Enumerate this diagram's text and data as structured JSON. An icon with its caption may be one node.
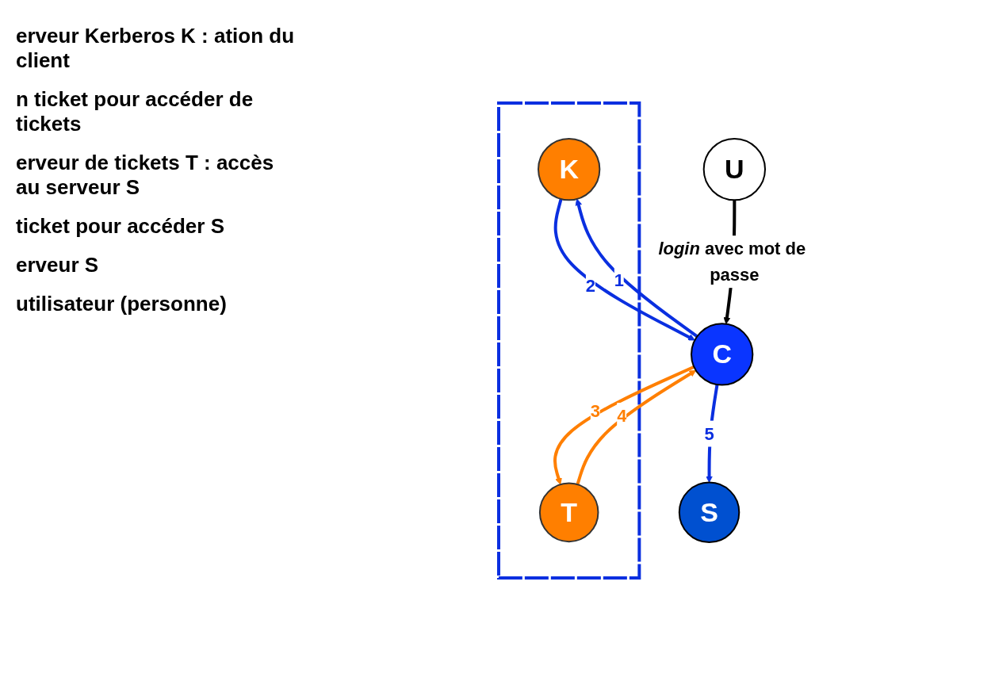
{
  "diagram": {
    "nodes": [
      {
        "text": [],
        "shape": "box"
      },
      {
        "text": [
          "K"
        ],
        "in": 0
      },
      {
        "text": [
          "T"
        ],
        "in": 0
      },
      {
        "text": [
          "C"
        ]
      },
      {
        "text": [
          "S"
        ]
      },
      {
        "text": [
          "U"
        ]
      }
    ],
    "edges": [
      {
        "from": 3,
        "to": 1,
        "arrow": "to",
        "label": "1"
      },
      {
        "from": 1,
        "to": 3,
        "arrow": "to",
        "label": "2"
      },
      {
        "from": 3,
        "to": 2,
        "arrow": "to",
        "label": "3",
        "color": "#ff7f00"
      },
      {
        "from": 2,
        "to": 3,
        "arrow": "to",
        "label": "4",
        "color": "#ff7f00"
      },
      {
        "from": 3,
        "to": 4,
        "arrow": "to",
        "label": "5"
      },
      {
        "from": 5,
        "to": 3,
        "arrow": "to",
        "label": "*login* avec mot de passe",
        "color": "#000000"
      }
    ],
    "labels": [
      "erveur Kerberos K : ation du client",
      "n ticket pour accéder de tickets",
      "erveur de tickets T : accès au serveur S",
      "ticket pour accéder S",
      "erveur S",
      "utilisateur (personne)"
    ]
  }
}
